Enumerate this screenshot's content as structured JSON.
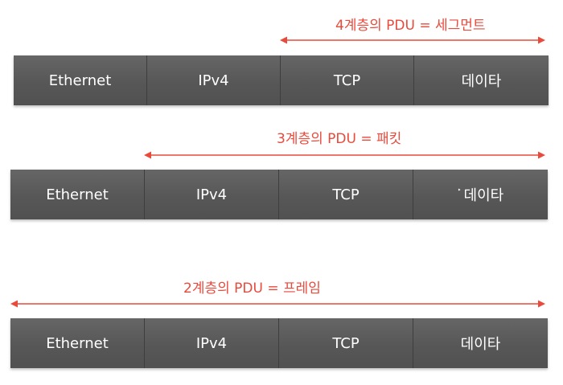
{
  "colors": {
    "accent": "#e84a3c",
    "bar": "#595959",
    "text_on_bar": "#ffffff"
  },
  "rows": [
    {
      "caption": "4계층의 PDU = 세그먼트",
      "segments": [
        "Ethernet",
        "IPv4",
        "TCP",
        "데이타"
      ]
    },
    {
      "caption": "3계층의 PDU = 패킷",
      "segments": [
        "Ethernet",
        "IPv4",
        "TCP",
        "데이타"
      ],
      "marker": "‣"
    },
    {
      "caption": "2계층의 PDU = 프레임",
      "segments": [
        "Ethernet",
        "IPv4",
        "TCP",
        "데이타"
      ]
    }
  ]
}
